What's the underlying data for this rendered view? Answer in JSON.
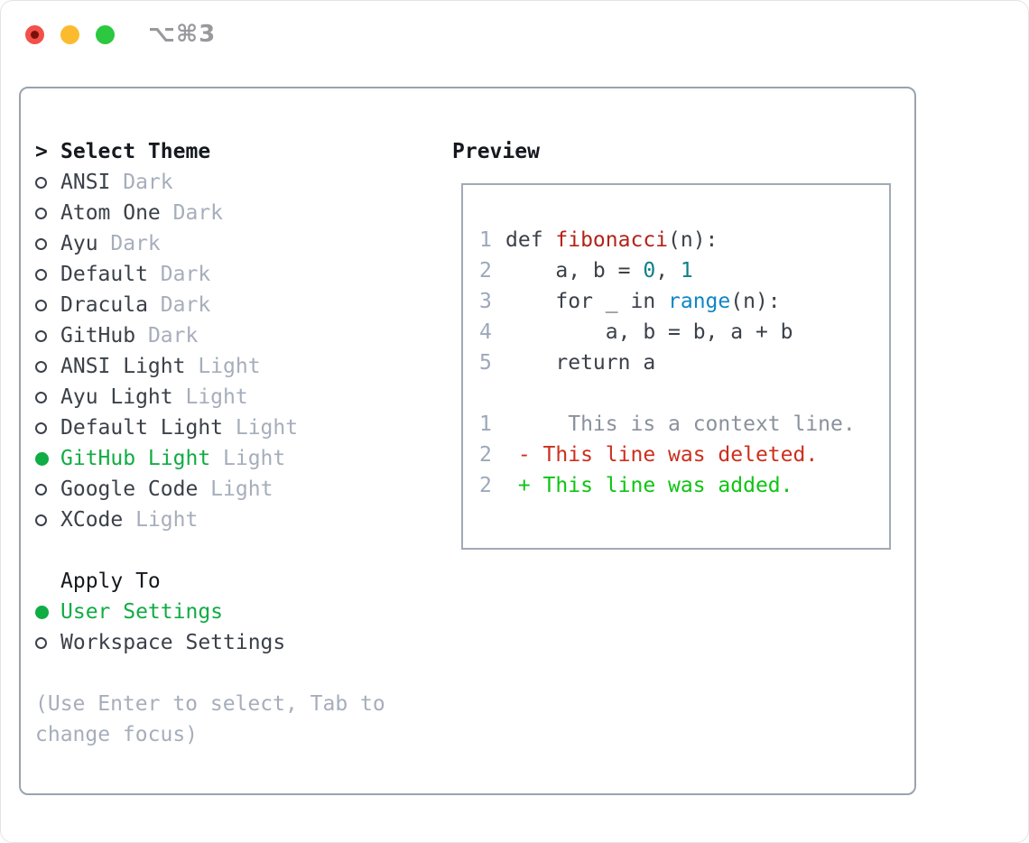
{
  "titlebar": {
    "shortcut": "⌥⌘3"
  },
  "panel": {
    "select_theme": {
      "marker": ">",
      "label": "Select Theme"
    },
    "themes": [
      {
        "name": "ANSI",
        "variant": "Dark",
        "selected": false
      },
      {
        "name": "Atom One",
        "variant": "Dark",
        "selected": false
      },
      {
        "name": "Ayu",
        "variant": "Dark",
        "selected": false
      },
      {
        "name": "Default",
        "variant": "Dark",
        "selected": false
      },
      {
        "name": "Dracula",
        "variant": "Dark",
        "selected": false
      },
      {
        "name": "GitHub",
        "variant": "Dark",
        "selected": false
      },
      {
        "name": "ANSI Light",
        "variant": "Light",
        "selected": false
      },
      {
        "name": "Ayu Light",
        "variant": "Light",
        "selected": false
      },
      {
        "name": "Default Light",
        "variant": "Light",
        "selected": false
      },
      {
        "name": "GitHub Light",
        "variant": "Light",
        "selected": true
      },
      {
        "name": "Google Code",
        "variant": "Light",
        "selected": false
      },
      {
        "name": "XCode",
        "variant": "Light",
        "selected": false
      }
    ],
    "apply_to": {
      "label": "Apply To",
      "options": [
        {
          "name": "User Settings",
          "selected": true
        },
        {
          "name": "Workspace Settings",
          "selected": false
        }
      ]
    },
    "hint_lines": [
      "(Use Enter to select, Tab to",
      "change focus)"
    ]
  },
  "preview": {
    "title": "Preview",
    "code_lines": [
      {
        "num": "1",
        "segments": [
          {
            "text": "def ",
            "color": "fg"
          },
          {
            "text": "fibonacci",
            "color": "func"
          },
          {
            "text": "(n):",
            "color": "fg"
          }
        ]
      },
      {
        "num": "2",
        "segments": [
          {
            "text": "    a, b = ",
            "color": "fg"
          },
          {
            "text": "0",
            "color": "num"
          },
          {
            "text": ", ",
            "color": "fg"
          },
          {
            "text": "1",
            "color": "num"
          }
        ]
      },
      {
        "num": "3",
        "segments": [
          {
            "text": "    for _ in ",
            "color": "fg"
          },
          {
            "text": "range",
            "color": "builtin"
          },
          {
            "text": "(n):",
            "color": "fg"
          }
        ]
      },
      {
        "num": "4",
        "segments": [
          {
            "text": "        a, b = b, a + b",
            "color": "fg"
          }
        ]
      },
      {
        "num": "5",
        "segments": [
          {
            "text": "    return a",
            "color": "fg"
          }
        ]
      },
      {
        "num": "",
        "segments": []
      },
      {
        "num": "1",
        "segments": [
          {
            "text": "     This is a context line.",
            "color": "context"
          }
        ]
      },
      {
        "num": "2",
        "segments": [
          {
            "text": " - This line was deleted.",
            "color": "deleted"
          }
        ]
      },
      {
        "num": "2",
        "segments": [
          {
            "text": " + This line was added.",
            "color": "added"
          }
        ]
      }
    ]
  },
  "colors": {
    "text_primary": "#3b4149",
    "text_heading": "#15191e",
    "text_muted": "#a6aebb",
    "selection_green": "#10ac44",
    "panel_border": "#9aa3ae",
    "line_number": "#9ca8ba",
    "code_function_red": "#b42318",
    "code_number_teal": "#0e7f8a",
    "code_builtin_blue": "#0f86c6",
    "diff_context_gray": "#8a919c",
    "diff_deleted_red": "#cc2f1e",
    "diff_added_green": "#0fc413",
    "titlebar_text": "#98989d",
    "traffic_red": "#f4504b",
    "traffic_yellow": "#fcbb2f",
    "traffic_green": "#2bc840"
  }
}
